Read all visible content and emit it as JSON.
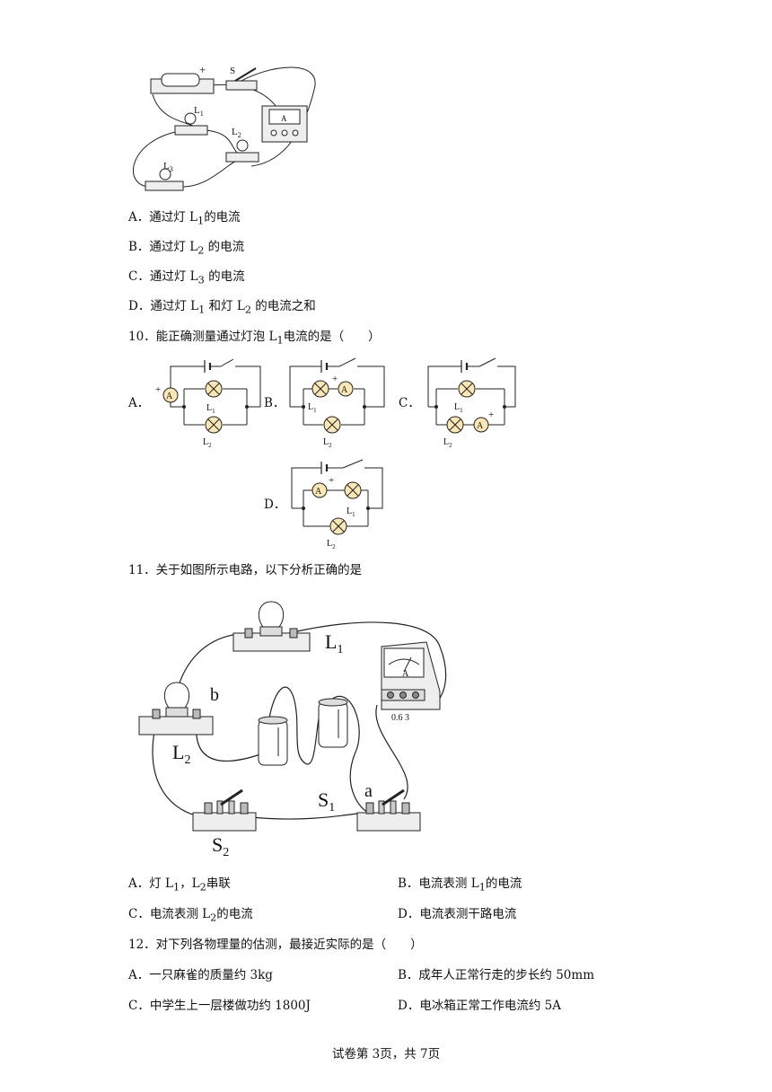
{
  "q9": {
    "figure_labels": {
      "plus": "+",
      "switch": "S",
      "l1": "L",
      "l1_sub": "1",
      "l2": "L",
      "l2_sub": "2",
      "l3": "L",
      "l3_sub": "3",
      "ammeter": "A"
    },
    "options": [
      {
        "letter": "A．",
        "text": "通过灯 L",
        "sub": "1",
        "tail": "的电流"
      },
      {
        "letter": "B．",
        "text": "通过灯 L",
        "sub": "2",
        "tail": " 的电流"
      },
      {
        "letter": "C．",
        "text": "通过灯 L",
        "sub": "3",
        "tail": " 的电流"
      },
      {
        "letter": "D．",
        "text": "通过灯 L",
        "sub": "1",
        "mid": " 和灯 L",
        "sub2": "2",
        "tail": " 的电流之和"
      }
    ]
  },
  "q10": {
    "stem": "10．能正确测量通过灯泡 L",
    "stem_sub": "1",
    "stem_tail": "电流的是（　　）",
    "option_letters": [
      "A．",
      "B．",
      "C．",
      "D．"
    ],
    "labels": {
      "ammeter": "A",
      "plus": "+",
      "l": "L",
      "s1": "1",
      "s2": "2"
    }
  },
  "q11": {
    "stem": "11．关于如图所示电路，以下分析正确的是",
    "figure_labels": {
      "l1": "L",
      "l1_sub": "1",
      "l2": "L",
      "l2_sub": "2",
      "b": "b",
      "a": "a",
      "s1": "S",
      "s1_sub": "1",
      "s2": "S",
      "s2_sub": "2",
      "ammeter": "A",
      "scale": "0.6  3"
    },
    "options": [
      {
        "letter": "A．",
        "text": "灯 L",
        "sub": "1",
        "mid": "，L",
        "sub2": "2",
        "tail": "串联"
      },
      {
        "letter": "B．",
        "text": "电流表测 L",
        "sub": "1",
        "tail": "的电流"
      },
      {
        "letter": "C．",
        "text": "电流表测 L",
        "sub": "2",
        "tail": "的电流"
      },
      {
        "letter": "D．",
        "text": "电流表测干路电流"
      }
    ]
  },
  "q12": {
    "stem": "12．对下列各物理量的估测，最接近实际的是（　　）",
    "options": [
      {
        "letter": "A．",
        "text": "一只麻雀的质量约 3kg"
      },
      {
        "letter": "B．",
        "text": "成年人正常行走的步长约 50mm"
      },
      {
        "letter": "C．",
        "text": "中学生上一层楼做功约 1800J"
      },
      {
        "letter": "D．",
        "text": "电冰箱正常工作电流约 5A"
      }
    ]
  },
  "footer": "试卷第 3页，共 7页"
}
